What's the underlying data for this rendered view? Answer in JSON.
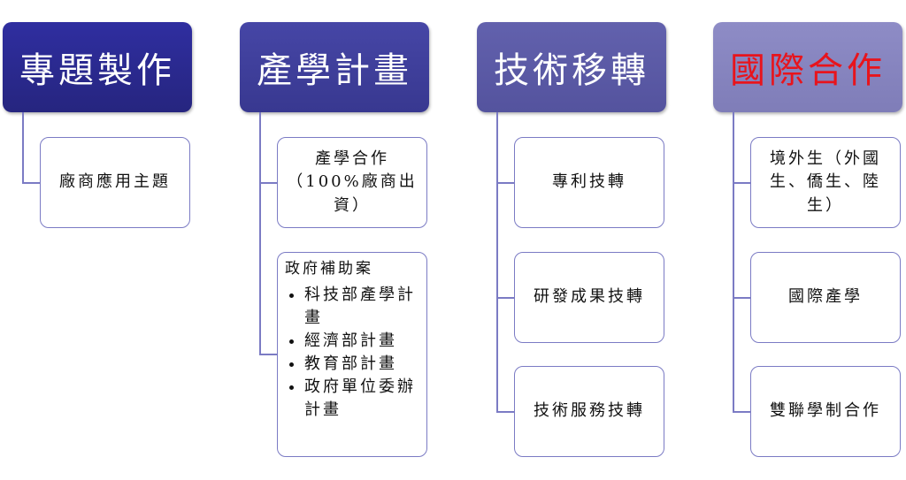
{
  "columns": [
    {
      "title": "專題製作",
      "color": "#2e2d98",
      "title_color": "#ffffff",
      "children": [
        "廠商應用主題"
      ]
    },
    {
      "title": "產學計畫",
      "color": "#40409e",
      "title_color": "#ffffff",
      "children": [
        "產學合作",
        "（100%廠商出資）"
      ],
      "gov": {
        "title": "政府補助案",
        "items": [
          "科技部產學計畫",
          "經濟部計畫",
          "教育部計畫",
          "政府單位委辦計畫"
        ]
      }
    },
    {
      "title": "技術移轉",
      "color": "#5a59a8",
      "title_color": "#ffffff",
      "children": [
        "專利技轉",
        "研發成果技轉",
        "技術服務技轉"
      ]
    },
    {
      "title": "國際合作",
      "color": "#8886c2",
      "title_color": "#e8141c",
      "children": [
        "境外生（外國生、僑生、陸生）",
        "國際產學",
        "雙聯學制合作"
      ]
    }
  ]
}
